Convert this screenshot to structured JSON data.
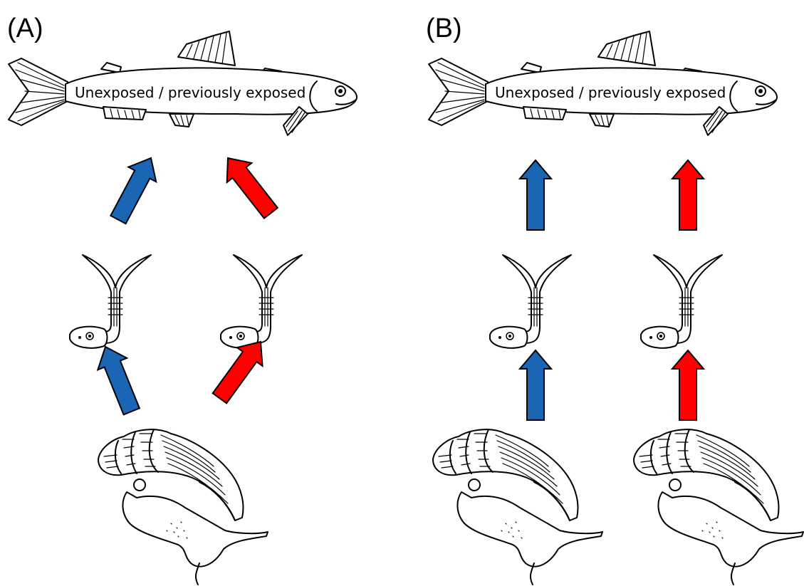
{
  "panels": [
    {
      "id": "A",
      "label": "(A)",
      "fish_label": "Unexposed / previously exposed",
      "arrow_style": "converging",
      "snails": 1,
      "arrow_colors": [
        "#1a66b5",
        "#ff0000"
      ]
    },
    {
      "id": "B",
      "label": "(B)",
      "fish_label": "Unexposed / previously exposed",
      "arrow_style": "parallel",
      "snails": 2,
      "arrow_colors": [
        "#1a66b5",
        "#ff0000"
      ]
    }
  ],
  "icons": {
    "host_top": "fish-icon",
    "parasite": "cercaria-icon",
    "host_bottom": "snail-icon"
  },
  "colors": {
    "blue": "#1a66b5",
    "red": "#ff0000",
    "outline": "#000000"
  }
}
